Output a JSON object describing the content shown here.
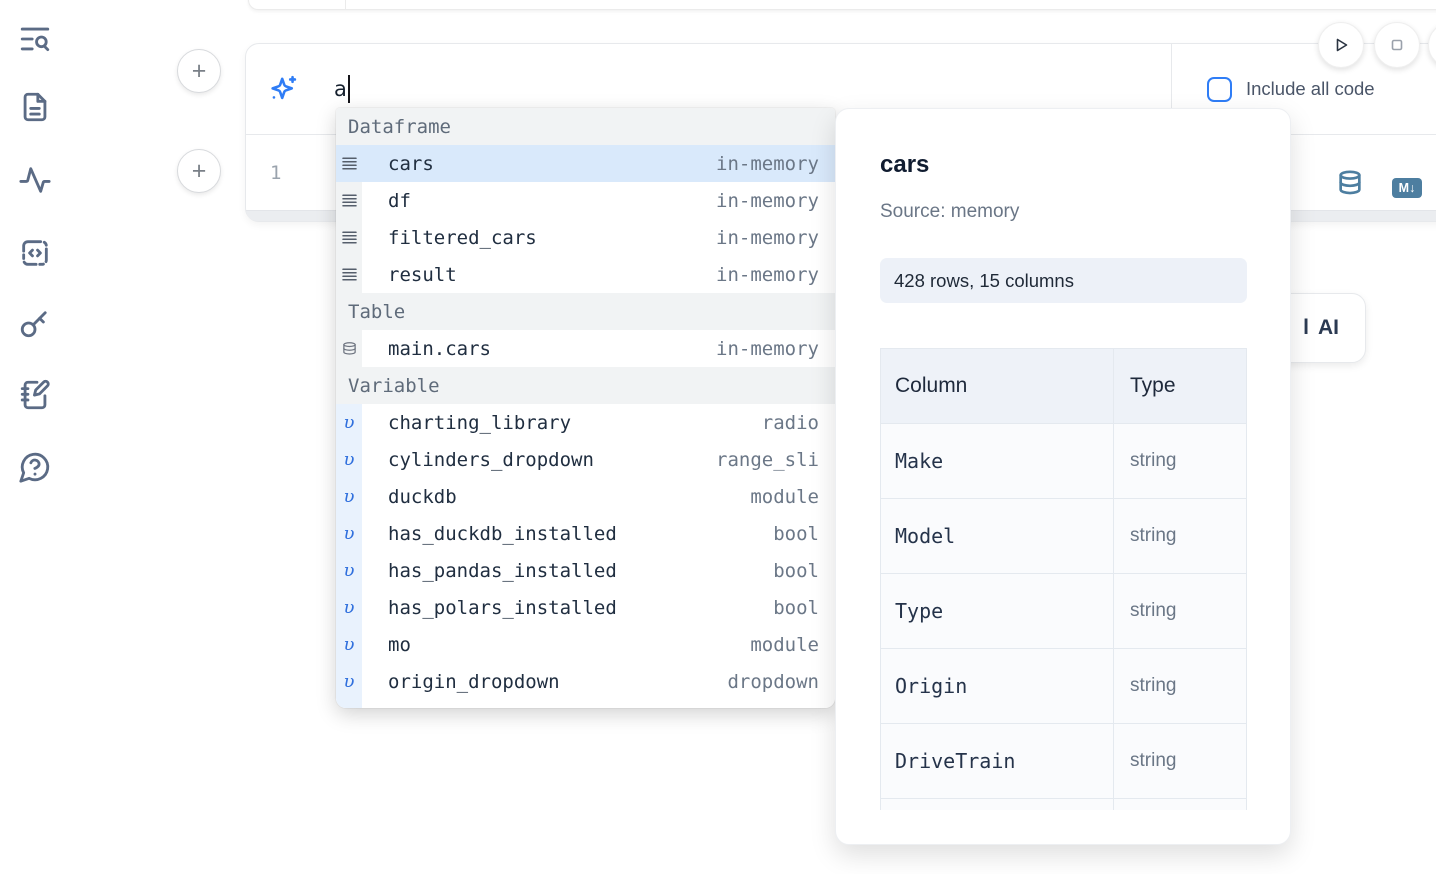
{
  "sidebar": {
    "icons": [
      "list-search",
      "document",
      "activity",
      "code-snippets",
      "key",
      "scratchpad",
      "help-chat"
    ]
  },
  "run_controls": {
    "icons": [
      "play",
      "stop"
    ]
  },
  "add_cell_label": "+",
  "prompt": {
    "value": "a",
    "include_all_code": "Include all code",
    "checkbox_checked": false
  },
  "editor": {
    "line_number": "1",
    "markdown_badge": "M↓"
  },
  "completion": {
    "variable_glyph": "υ",
    "sections": [
      {
        "label": "Dataframe",
        "items": [
          {
            "icon": "dataframe",
            "name": "cars",
            "type": "in-memory",
            "selected": true
          },
          {
            "icon": "dataframe",
            "name": "df",
            "type": "in-memory"
          },
          {
            "icon": "dataframe",
            "name": "filtered_cars",
            "type": "in-memory"
          },
          {
            "icon": "dataframe",
            "name": "result",
            "type": "in-memory"
          }
        ]
      },
      {
        "label": "Table",
        "items": [
          {
            "icon": "database",
            "name": "main.cars",
            "type": "in-memory"
          }
        ]
      },
      {
        "label": "Variable",
        "items": [
          {
            "icon": "variable",
            "name": "charting_library",
            "type": "radio"
          },
          {
            "icon": "variable",
            "name": "cylinders_dropdown",
            "type": "range_sli"
          },
          {
            "icon": "variable",
            "name": "duckdb",
            "type": "module"
          },
          {
            "icon": "variable",
            "name": "has_duckdb_installed",
            "type": "bool"
          },
          {
            "icon": "variable",
            "name": "has_pandas_installed",
            "type": "bool"
          },
          {
            "icon": "variable",
            "name": "has_polars_installed",
            "type": "bool"
          },
          {
            "icon": "variable",
            "name": "mo",
            "type": "module"
          },
          {
            "icon": "variable",
            "name": "origin_dropdown",
            "type": "dropdown"
          }
        ]
      }
    ]
  },
  "panel": {
    "title": "cars",
    "source": "Source: memory",
    "shape": "428 rows, 15 columns",
    "table": {
      "headers": [
        "Column",
        "Type"
      ],
      "rows": [
        [
          "Make",
          "string"
        ],
        [
          "Model",
          "string"
        ],
        [
          "Type",
          "string"
        ],
        [
          "Origin",
          "string"
        ],
        [
          "DriveTrain",
          "string"
        ]
      ]
    }
  },
  "ai_button": {
    "clipped_char": "l",
    "label": "AI"
  },
  "colors": {
    "accent": "#2f7df6",
    "steel_blue": "#4d7ea0",
    "selected_row": "#d9e9fb",
    "section_bg": "#f1f3f4",
    "badge_bg": "#edf1f8"
  }
}
